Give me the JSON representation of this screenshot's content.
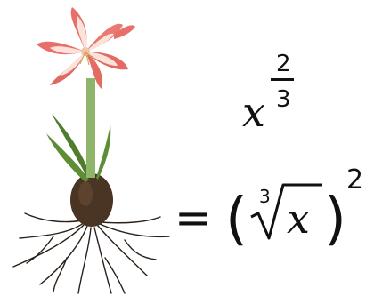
{
  "expression": {
    "base": "x",
    "exponent_numerator": "2",
    "exponent_denominator": "3",
    "equals": "=",
    "open_paren": "(",
    "root_index": "3",
    "radicand": "x",
    "close_paren": ")",
    "outer_exponent": "2"
  },
  "colors": {
    "text": "#111111",
    "petal": "#e8706a",
    "petal_light": "#fbe3dc",
    "stem": "#8fb56a",
    "leaf": "#4f7d2d",
    "bulb": "#4a3424",
    "roots": "#2a2019"
  }
}
